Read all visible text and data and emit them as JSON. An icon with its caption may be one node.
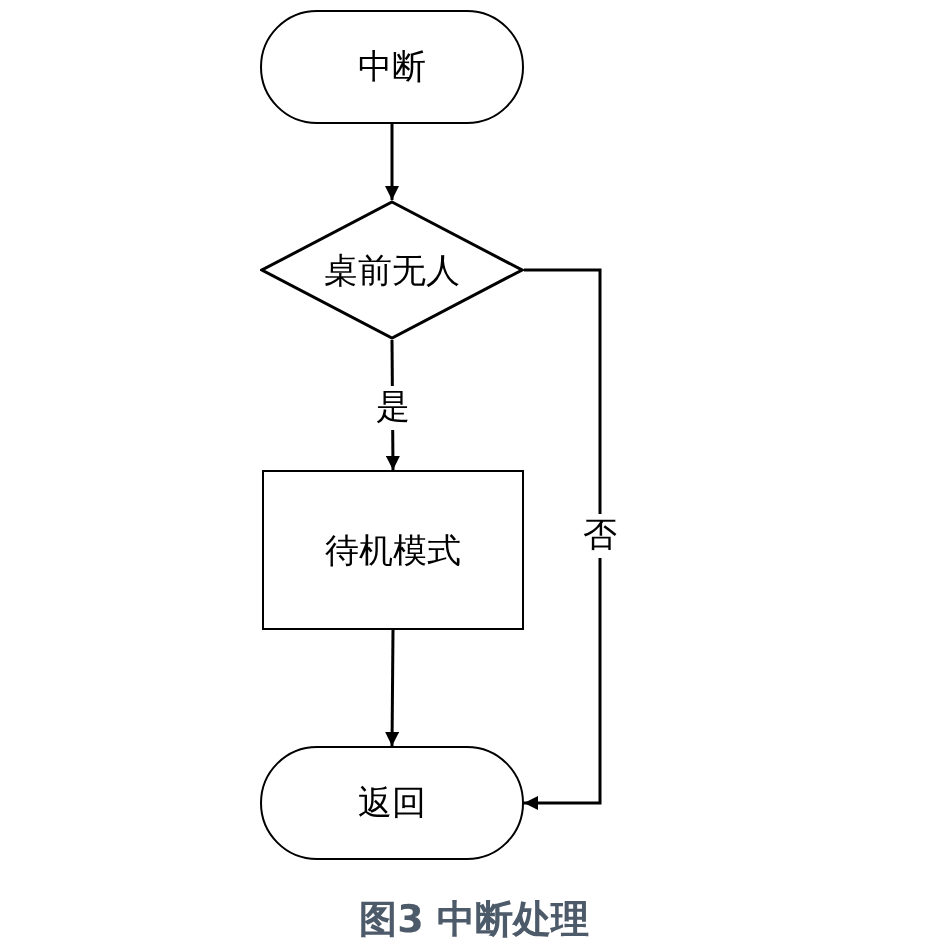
{
  "diagram": {
    "caption": "图3 中断处理",
    "nodes": [
      {
        "text": [
          "中断"
        ]
      },
      {
        "text": [
          "桌前无人"
        ]
      },
      {
        "text": [
          "待机模式"
        ]
      },
      {
        "text": [
          "返回"
        ]
      }
    ],
    "edges": [
      {
        "from": 0,
        "to": 1,
        "arrow": "to"
      },
      {
        "from": 1,
        "to": 2,
        "arrow": "to",
        "label": "是"
      },
      {
        "from": 2,
        "to": 3,
        "arrow": "to"
      },
      {
        "from": 1,
        "to": 3,
        "arrow": "to",
        "label": "否"
      }
    ]
  }
}
